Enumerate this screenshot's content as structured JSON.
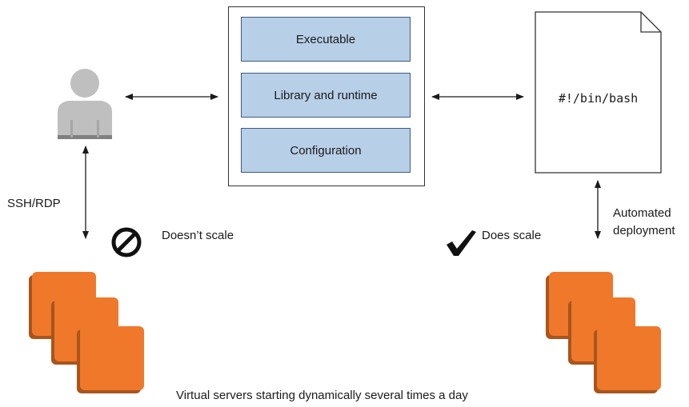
{
  "stack": {
    "layers": [
      "Executable",
      "Library and runtime",
      "Configuration"
    ]
  },
  "script": {
    "text": "#!/bin/bash"
  },
  "labels": {
    "manual_access": "SSH/RDP",
    "doesnt_scale": "Doesn’t scale",
    "does_scale": "Does scale",
    "automated_deployment_line1": "Automated",
    "automated_deployment_line2": "deployment",
    "caption": "Virtual servers starting dynamically several times a day"
  },
  "icons": {
    "user": "user-icon",
    "no_symbol": "prohibited-icon",
    "check": "checkmark-icon",
    "server": "server-icon",
    "document": "document-icon"
  },
  "colors": {
    "layer_fill": "#b8cfe8",
    "layer_border": "#3d5a80",
    "server_fill": "#f0782a",
    "server_shadow": "#a8551e",
    "user_gray": "#bfbfbf",
    "user_dark": "#808080"
  }
}
